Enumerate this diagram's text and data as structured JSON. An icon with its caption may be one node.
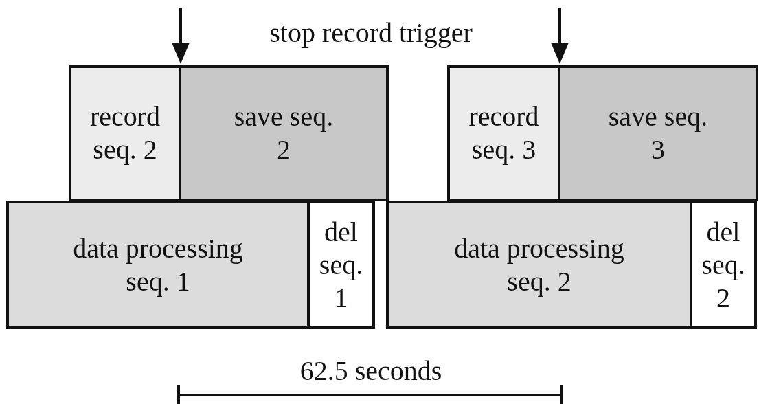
{
  "diagram": {
    "nodes": [
      {
        "text": [
          "record seq. 2"
        ]
      },
      {
        "text": [
          "save seq. 2"
        ]
      },
      {
        "text": [
          "record seq. 3"
        ]
      },
      {
        "text": [
          "save seq. 3"
        ]
      },
      {
        "text": [
          "data processing seq. 1"
        ]
      },
      {
        "text": [
          "del seq. 1"
        ]
      },
      {
        "text": [
          "data processing seq. 2"
        ]
      },
      {
        "text": [
          "del seq. 2"
        ]
      }
    ],
    "edges": [],
    "labels": [
      "stop record trigger",
      "62.5 seconds"
    ]
  }
}
